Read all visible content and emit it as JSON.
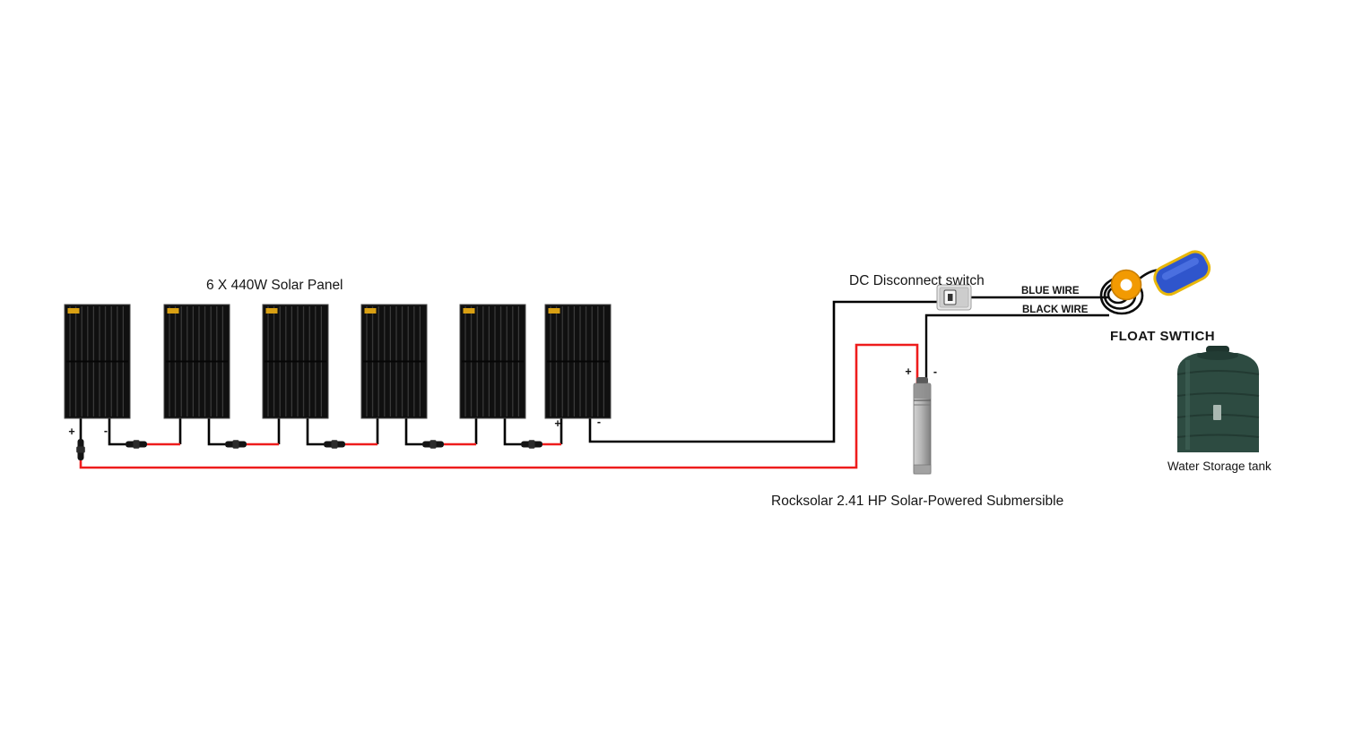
{
  "labels": {
    "array_title": "6 X 440W Solar Panel",
    "dc_disconnect": "DC Disconnect switch",
    "blue_wire": "BLUE WIRE",
    "black_wire": "BLACK WIRE",
    "float_switch": "FLOAT SWTICH",
    "water_tank": "Water Storage tank",
    "pump": "Rocksolar 2.41 HP Solar-Powered Submersible",
    "plus": "+",
    "minus": "-"
  },
  "colors": {
    "positive_wire": "#ee1c1c",
    "negative_wire": "#000000",
    "blue_wire_text": "#1b1be0",
    "black_wire_text": "#000000",
    "float_body": "#2f55cc",
    "float_body_trim": "#e8b70a",
    "float_ring": "#f29a02",
    "tank_body": "#2d4b41",
    "panel_body": "#0e0e0e",
    "panel_sticker": "#d9a013",
    "pump_metal": "#b5b5b5"
  }
}
